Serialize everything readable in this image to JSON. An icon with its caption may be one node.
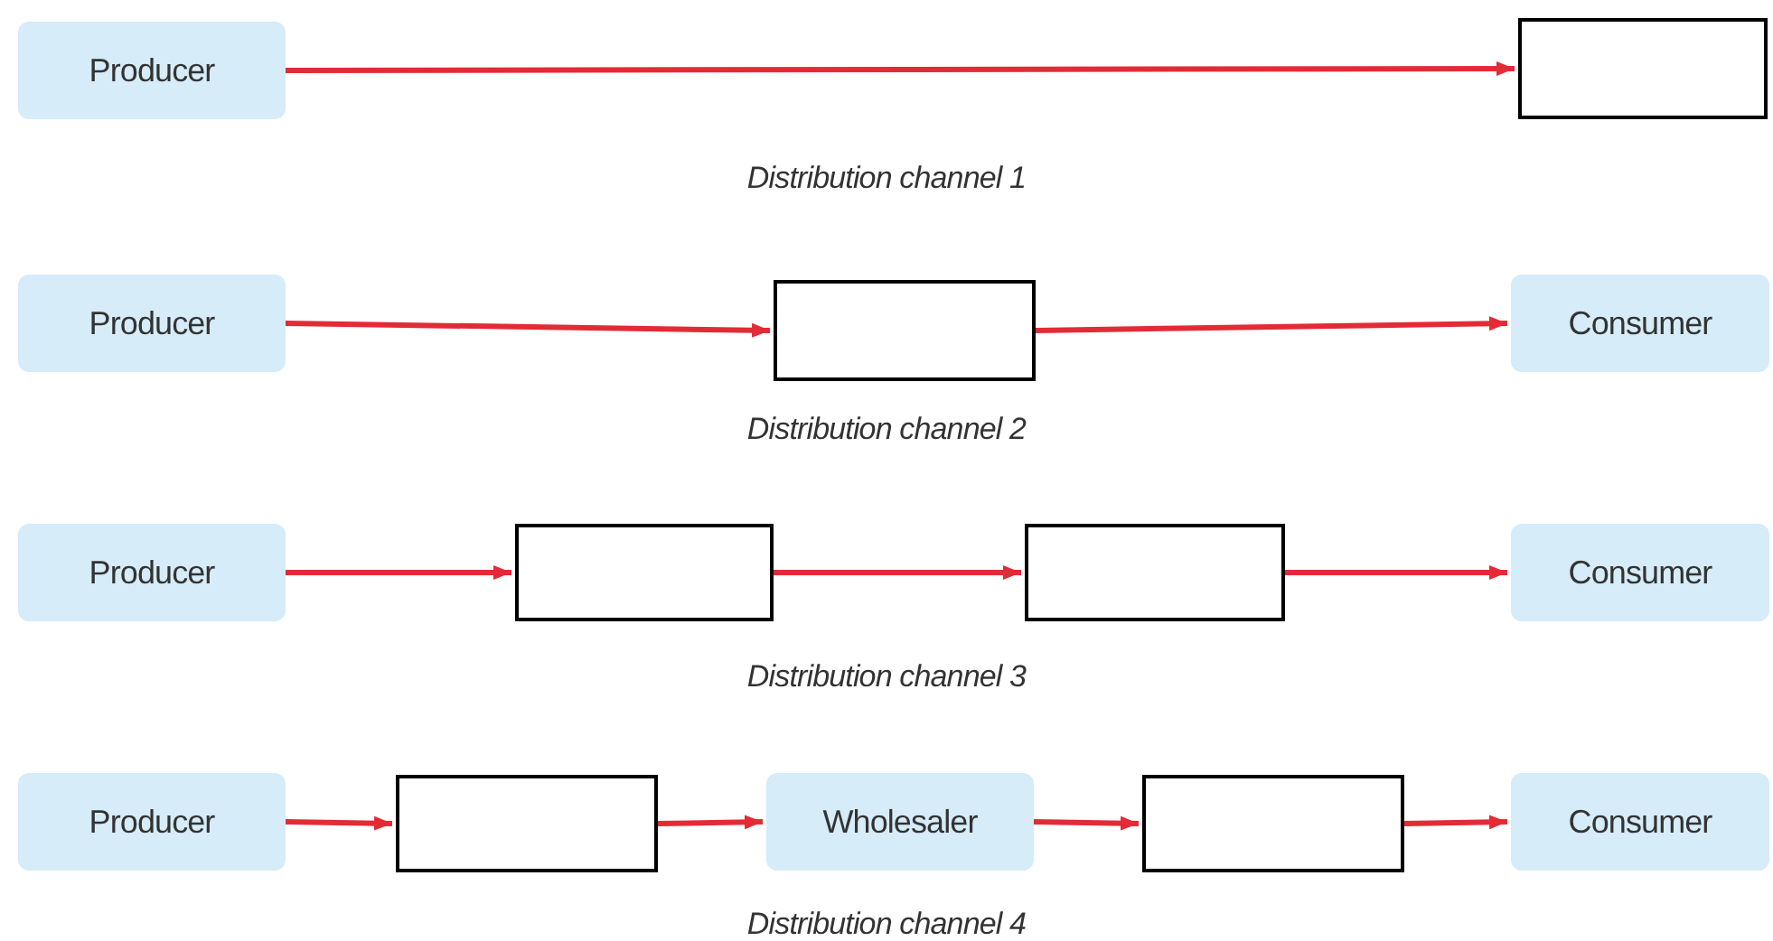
{
  "diagram": {
    "nodes": [
      {
        "text": [
          "Producer"
        ]
      },
      {
        "text": [],
        "shape": "box"
      },
      {
        "text": [
          "Producer"
        ]
      },
      {
        "text": [],
        "shape": "box"
      },
      {
        "text": [
          "Consumer"
        ]
      },
      {
        "text": [
          "Producer"
        ]
      },
      {
        "text": [],
        "shape": "box"
      },
      {
        "text": [],
        "shape": "box"
      },
      {
        "text": [
          "Consumer"
        ]
      },
      {
        "text": [
          "Producer"
        ]
      },
      {
        "text": [],
        "shape": "box"
      },
      {
        "text": [
          "Wholesaler"
        ]
      },
      {
        "text": [],
        "shape": "box"
      },
      {
        "text": [
          "Consumer"
        ]
      }
    ],
    "edges": [
      {
        "from": 0,
        "to": 1,
        "arrow": "to"
      },
      {
        "from": 2,
        "to": 3,
        "arrow": "to"
      },
      {
        "from": 3,
        "to": 4,
        "arrow": "to"
      },
      {
        "from": 5,
        "to": 6,
        "arrow": "to"
      },
      {
        "from": 6,
        "to": 7,
        "arrow": "to"
      },
      {
        "from": 7,
        "to": 8,
        "arrow": "to"
      },
      {
        "from": 9,
        "to": 10,
        "arrow": "to"
      },
      {
        "from": 10,
        "to": 11,
        "arrow": "to"
      },
      {
        "from": 11,
        "to": 12,
        "arrow": "to"
      },
      {
        "from": 12,
        "to": 13,
        "arrow": "to"
      }
    ],
    "labels": [
      "Distribution channel 1",
      "Distribution channel 2",
      "Distribution channel 3",
      "Distribution channel 4"
    ]
  }
}
